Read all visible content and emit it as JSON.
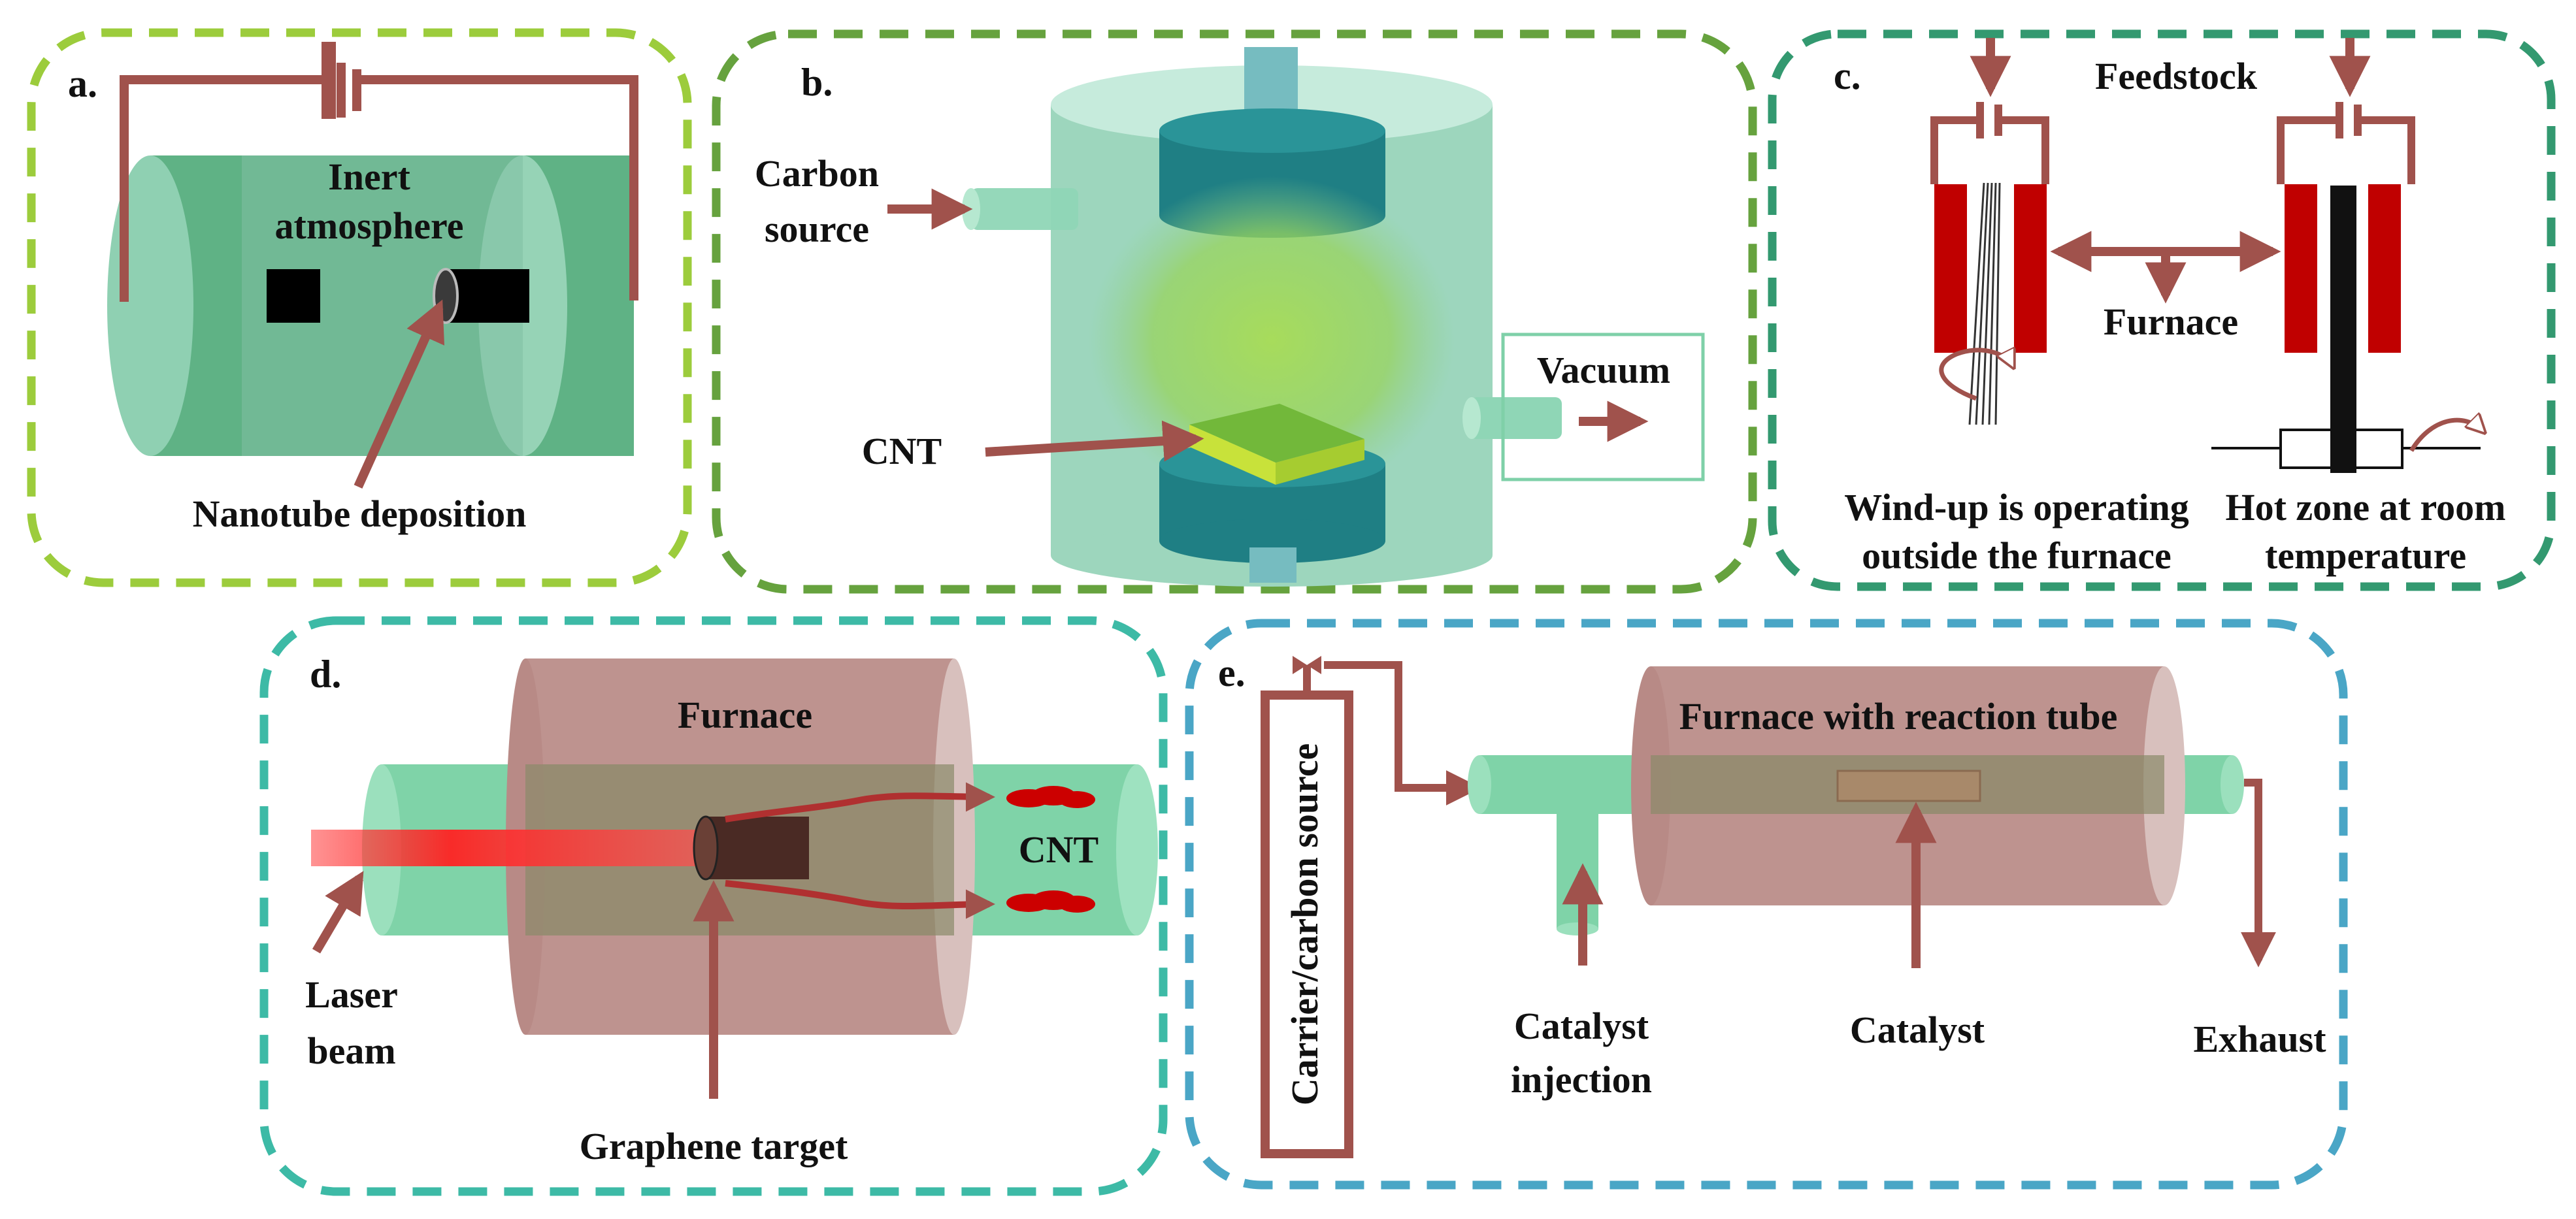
{
  "colors": {
    "arrow": "#a0524c",
    "border_a": "#9ccc3c",
    "border_b": "#66a23e",
    "border_c": "#339970",
    "border_d": "#3dbaa6",
    "border_e": "#4aa6c6",
    "tube_green": "#7fd3a8",
    "furnace_brown": "#b88a86",
    "heater_red": "#c00000"
  },
  "panels": {
    "a": {
      "label": "a.",
      "inert_line1": "Inert",
      "inert_line2": "atmosphere",
      "deposition": "Nanotube deposition"
    },
    "b": {
      "label": "b.",
      "carbon_line1": "Carbon",
      "carbon_line2": "source",
      "vacuum": "Vacuum",
      "cnt": "CNT"
    },
    "c": {
      "label": "c.",
      "feedstock": "Feedstock",
      "furnace": "Furnace",
      "windup_line1": "Wind-up  is operating",
      "windup_line2": "outside the furnace",
      "hotzone_line1": "Hot zone at room",
      "hotzone_line2": "temperature"
    },
    "d": {
      "label": "d.",
      "furnace": "Furnace",
      "cnt": "CNT",
      "laser_line1": "Laser",
      "laser_line2": "beam",
      "target": "Graphene target"
    },
    "e": {
      "label": "e.",
      "source": "Carrier/carbon  source",
      "furnace": "Furnace with reaction tube",
      "injection_line1": "Catalyst",
      "injection_line2": "injection",
      "catalyst": "Catalyst",
      "exhaust": "Exhaust"
    }
  }
}
